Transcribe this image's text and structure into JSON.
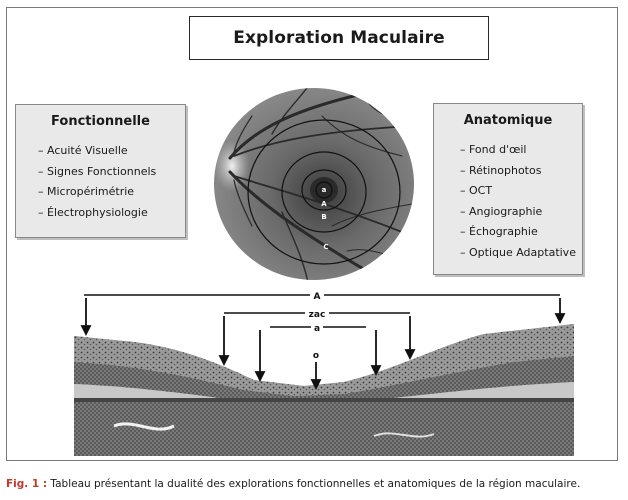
{
  "title": "Exploration Maculaire",
  "left_panel": {
    "heading": "Fonctionnelle",
    "items": [
      "– Acuité Visuelle",
      "– Signes Fonctionnels",
      "– Micropérimétrie",
      "– Électrophysiologie"
    ]
  },
  "right_panel": {
    "heading": "Anatomique",
    "items": [
      "– Fond d'œil",
      "– Rétinophotos",
      "– OCT",
      "– Angiographie",
      "– Échographie",
      "– Optique Adaptative"
    ]
  },
  "fundus_labels": [
    "a",
    "A",
    "B",
    "C"
  ],
  "section_labels": [
    "A",
    "zac",
    "a",
    "o"
  ],
  "caption": {
    "label": "Fig. 1 :",
    "text": " Tableau présentant la dualité des explorations fonctionnelles et anatomiques de la région maculaire."
  },
  "colors": {
    "caption_label": "#c0392b"
  }
}
